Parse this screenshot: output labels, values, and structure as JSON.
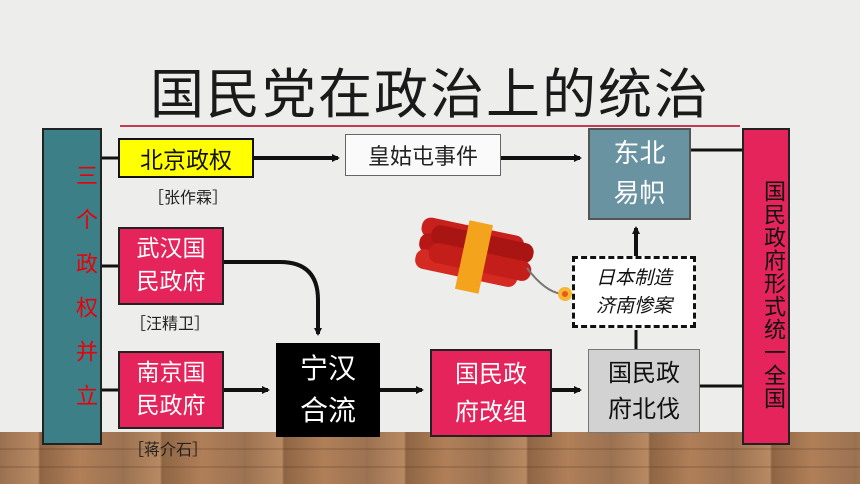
{
  "title": "国民党在政治上的统治",
  "left_column": "三个政权并立",
  "right_column": "国民政府形式统一全国",
  "beijing_govt": {
    "label": "北京政权",
    "leader": "［张作霖］"
  },
  "wuhan_govt": {
    "line1": "武汉国",
    "line2": "民政府",
    "leader": "［汪精卫］"
  },
  "nanjing_govt": {
    "line1": "南京国",
    "line2": "民政府",
    "leader": "［蒋介石］"
  },
  "huanggutun": "皇姑屯事件",
  "northeast": {
    "line1": "东北",
    "line2": "易帜"
  },
  "merger": {
    "line1": "宁汉",
    "line2": "合流"
  },
  "reorganization": {
    "line1": "国民政",
    "line2": "府改组"
  },
  "expedition": {
    "line1": "国民政",
    "line2": "府北伐"
  },
  "jinan": {
    "line1": "日本制造",
    "line2": "济南惨案"
  },
  "colors": {
    "teal": "#3d7f86",
    "pink": "#e4245a",
    "yellow": "#ffff00",
    "slate": "#6a93a2"
  }
}
